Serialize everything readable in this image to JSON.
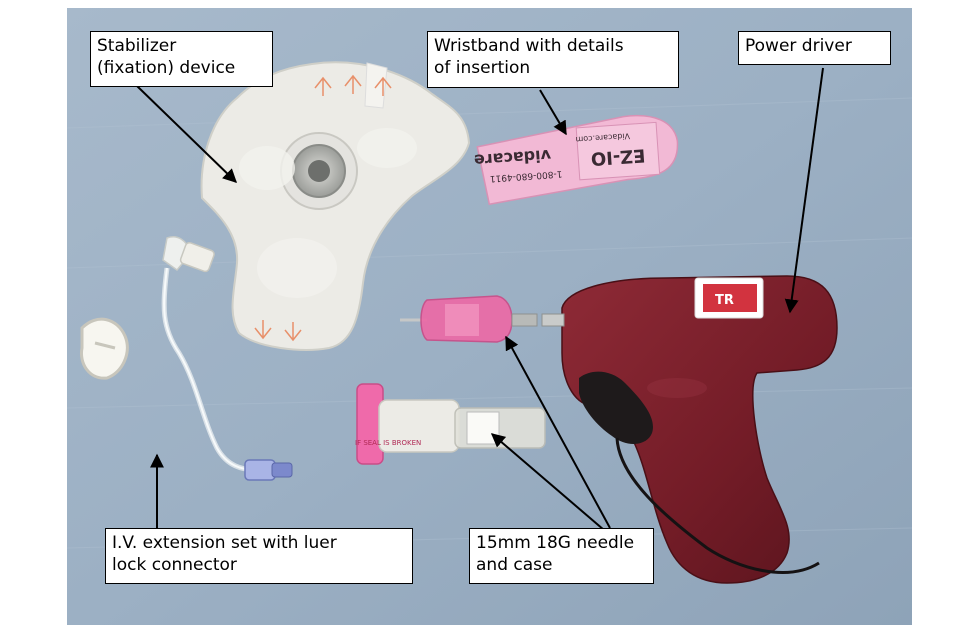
{
  "labels": {
    "stabilizer": {
      "line1": "Stabilizer",
      "line2": "(fixation) device"
    },
    "wristband": {
      "line1": "Wristband with details",
      "line2": "of insertion"
    },
    "power_driver": {
      "line1": "Power driver"
    },
    "extension_set": {
      "line1": "I.V. extension set with luer",
      "line2": "lock connector"
    },
    "needle": {
      "line1": "15mm 18G needle",
      "line2": "and case"
    }
  },
  "wristband_print": {
    "brand": "EZ-IO",
    "site": "Vidacare.com",
    "phone": "1-800-680-4911",
    "company": "vidacare"
  },
  "driver_tag": "TR",
  "case_label": "IF SEAL IS BROKEN",
  "colors": {
    "background_drape": "#9fb3c6",
    "driver": "#7a1f2a",
    "wristband": "#f0b8d4",
    "needle_hub": "#e85a9c"
  }
}
